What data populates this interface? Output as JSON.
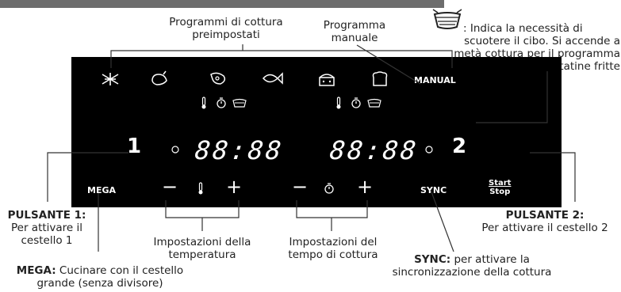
{
  "callouts": {
    "preset_programs": [
      "Programmi di cottura",
      "preimpostati"
    ],
    "manual_program": [
      "Programma",
      "manuale"
    ],
    "shake_note": [
      ": Indica la necessità di",
      "scuotere il cibo. Si accende a",
      "metà cottura per il programma",
      "di patatine fritte"
    ],
    "button1_title": "PULSANTE 1:",
    "button1_desc": [
      "Per attivare il",
      "cestello 1"
    ],
    "button2_title": "PULSANTE 2:",
    "button2_desc": "Per attivare il cestello 2",
    "mega_title": "MEGA:",
    "mega_desc": " Cucinare con il cestello",
    "mega_desc2": "grande (senza divisore)",
    "temp_settings": [
      "Impostazioni della",
      "temperatura"
    ],
    "time_settings": [
      "Impostazioni del",
      "tempo di cottura"
    ],
    "sync_title": "SYNC:",
    "sync_desc": " per attivare la",
    "sync_desc2": "sincronizzazione della cottura"
  },
  "panel": {
    "manual_label": "MANUAL",
    "zone1_number": "1",
    "zone2_number": "2",
    "display1": "88:88",
    "display2": "88:88",
    "mega_label": "MEGA",
    "minus": "−",
    "plus": "+",
    "sync_label": "SYNC",
    "start_label": "Start",
    "stop_label": "Stop"
  },
  "icons": [
    "fries-icon",
    "chicken-icon",
    "steak-icon",
    "fish-icon",
    "cake-icon",
    "bread-icon",
    "thermometer-icon",
    "timer-icon",
    "shake-icon"
  ]
}
